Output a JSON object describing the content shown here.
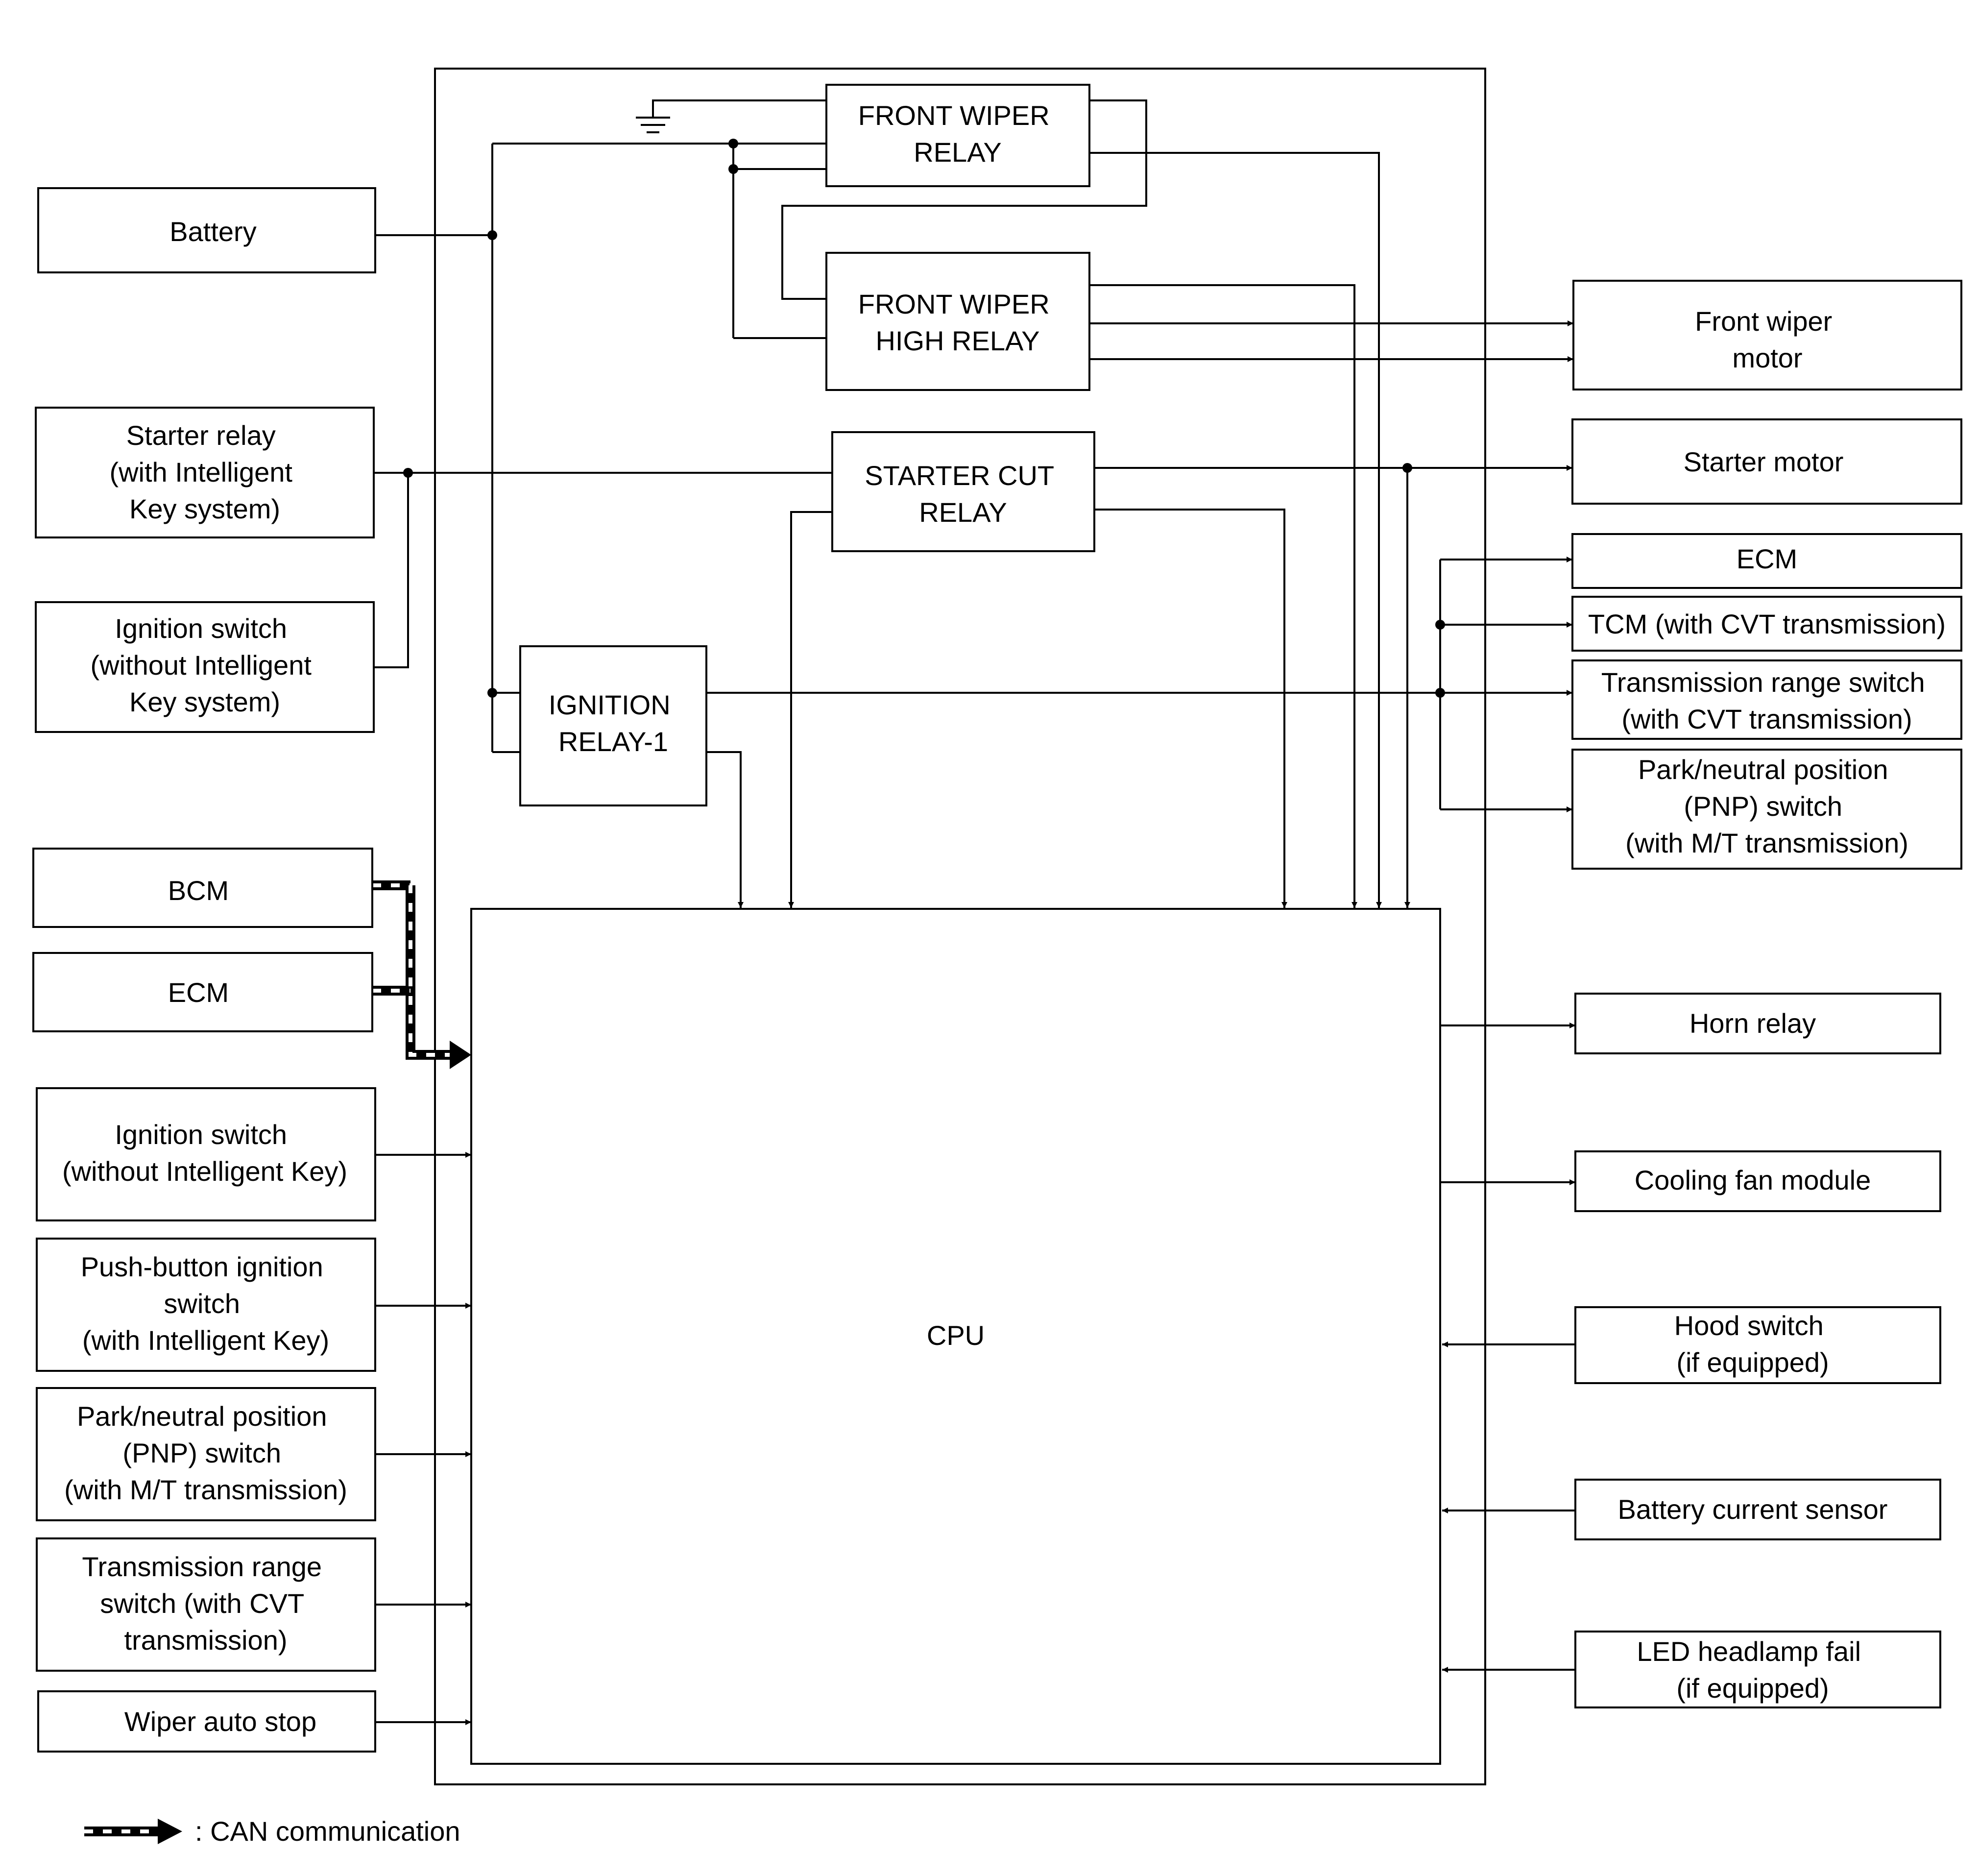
{
  "control_unit": {
    "cpu": "CPU",
    "front_wiper_relay": [
      "FRONT WIPER",
      "RELAY"
    ],
    "front_wiper_high_relay": [
      "FRONT WIPER",
      "HIGH RELAY"
    ],
    "starter_cut_relay": [
      "STARTER CUT",
      "RELAY"
    ],
    "ignition_relay_1": [
      "IGNITION",
      "RELAY-1"
    ]
  },
  "inputs_left": {
    "battery": [
      "Battery"
    ],
    "starter_relay": [
      "Starter relay",
      "(with Intelligent",
      "Key system)"
    ],
    "ignition_switch_no_ikey_system": [
      "Ignition switch",
      "(without Intelligent",
      "Key system)"
    ],
    "bcm": [
      "BCM"
    ],
    "ecm": [
      "ECM"
    ],
    "ignition_switch_no_ikey": [
      "Ignition switch",
      "(without Intelligent Key)"
    ],
    "push_button_ignition": [
      "Push-button ignition",
      "switch",
      "(with Intelligent Key)"
    ],
    "pnp_switch_mt": [
      "Park/neutral position",
      "(PNP) switch",
      "(with M/T transmission)"
    ],
    "transmission_range_cvt": [
      "Transmission range",
      "switch (with CVT",
      "transmission)"
    ],
    "wiper_auto_stop": [
      "Wiper auto stop"
    ]
  },
  "outputs_right": {
    "front_wiper_motor": [
      "Front wiper",
      "motor"
    ],
    "starter_motor": [
      "Starter motor"
    ],
    "ecm": [
      "ECM"
    ],
    "tcm": [
      "TCM (with CVT transmission)"
    ],
    "transmission_range_switch": [
      "Transmission range switch",
      "(with CVT transmission)"
    ],
    "pnp_switch": [
      "Park/neutral position",
      "(PNP) switch",
      "(with M/T transmission)"
    ],
    "horn_relay": [
      "Horn relay"
    ],
    "cooling_fan_module": [
      "Cooling fan module"
    ],
    "hood_switch": [
      "Hood switch",
      "(if equipped)"
    ],
    "battery_current_sensor": [
      "Battery current sensor"
    ],
    "led_headlamp_fail": [
      "LED headlamp fail",
      "(if equipped)"
    ]
  },
  "legend": {
    "can_label": ": CAN communication"
  }
}
